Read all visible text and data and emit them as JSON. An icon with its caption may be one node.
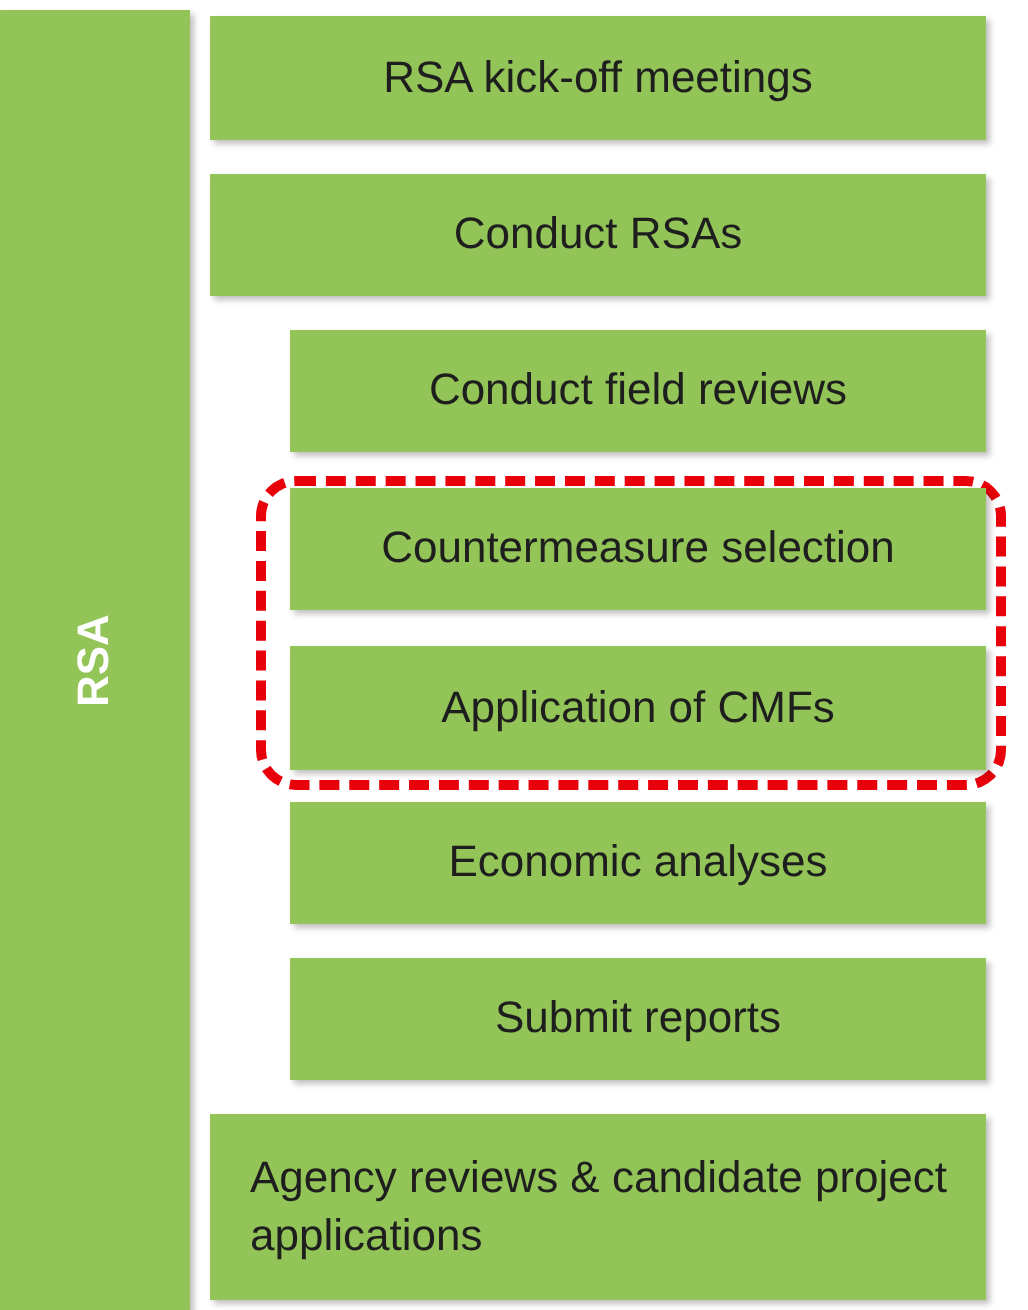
{
  "diagram": {
    "nodes": [
      {
        "text": [
          "RSA"
        ]
      },
      {
        "text": [
          "RSA kick-off meetings"
        ]
      },
      {
        "text": [
          "Conduct RSAs"
        ]
      },
      {
        "text": [
          "Conduct field reviews"
        ]
      },
      {
        "text": [],
        "shape": "box"
      },
      {
        "text": [
          "Countermeasure selection"
        ],
        "in": 4
      },
      {
        "text": [
          "Application of CMFs"
        ],
        "in": 4
      },
      {
        "text": [
          "Economic analyses"
        ]
      },
      {
        "text": [
          "Submit reports"
        ]
      },
      {
        "text": [
          "Agency reviews & candidate project applications"
        ]
      }
    ]
  }
}
